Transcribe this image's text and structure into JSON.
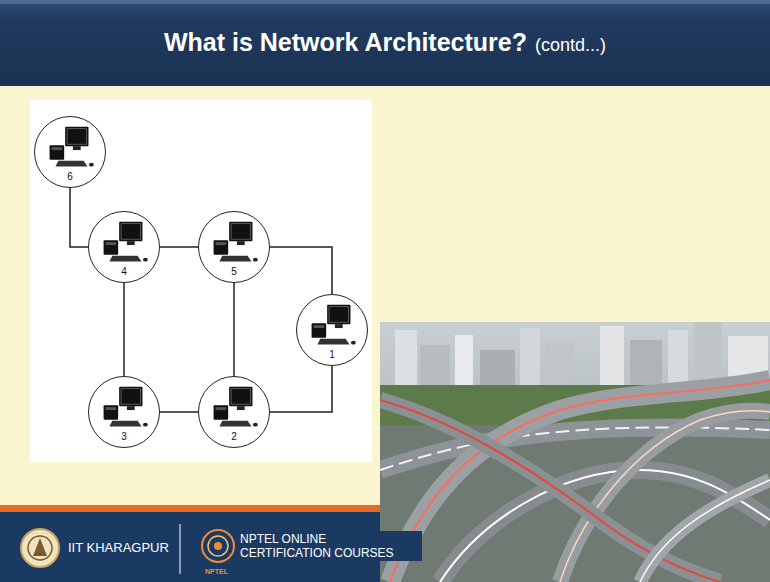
{
  "diagram": {
    "title": "What is Network Architecture?",
    "nodes": [
      {
        "text": [
          "6"
        ]
      },
      {
        "text": [
          "4"
        ]
      },
      {
        "text": [
          "5"
        ]
      },
      {
        "text": [
          "1"
        ]
      },
      {
        "text": [
          "3"
        ]
      },
      {
        "text": [
          "2"
        ]
      }
    ],
    "edges": [
      {
        "from": 0,
        "to": 1,
        "arrow": "none"
      },
      {
        "from": 1,
        "to": 2,
        "arrow": "none"
      },
      {
        "from": 2,
        "to": 3,
        "arrow": "none"
      },
      {
        "from": 1,
        "to": 4,
        "arrow": "none"
      },
      {
        "from": 2,
        "to": 5,
        "arrow": "none"
      },
      {
        "from": 4,
        "to": 5,
        "arrow": "none"
      },
      {
        "from": 5,
        "to": 3,
        "arrow": "none"
      }
    ],
    "labels": [
      "(contd...)",
      "IIT KHARAGPUR",
      "NPTEL ONLINE CERTIFICATION COURSES",
      "NPTEL"
    ]
  }
}
